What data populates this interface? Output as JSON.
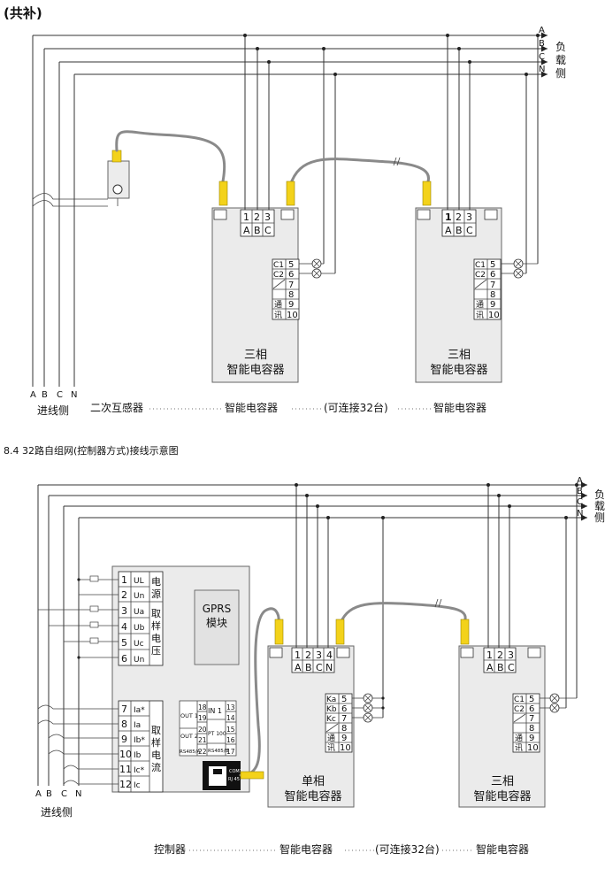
{
  "section1": {
    "heading": "(共补)",
    "bus": [
      "A",
      "B",
      "C",
      "N"
    ],
    "load_side": [
      "负",
      "载",
      "侧"
    ],
    "inlet": {
      "phases": [
        "A",
        "B",
        "C",
        "N"
      ],
      "label": "进线侧"
    },
    "caption": {
      "part1": "二次互感器",
      "part2": "智能电容器",
      "part3": "(可连接32台)",
      "part4": "智能电容器"
    },
    "capacitor": {
      "terminals_top": [
        "1",
        "2",
        "3"
      ],
      "phases_top": [
        "A",
        "B",
        "C"
      ],
      "side_labels": [
        "C1",
        "C2",
        "",
        "通",
        "讯"
      ],
      "side_nums": [
        "5",
        "6",
        "7",
        "8",
        "9",
        "10"
      ],
      "name_line1": "三相",
      "name_line2": "智能电容器"
    }
  },
  "section2": {
    "heading": "8.4  32路自组网(控制器方式)接线示意图",
    "bus": [
      "A",
      "B",
      "C",
      "N"
    ],
    "load_side": [
      "负",
      "载",
      "侧"
    ],
    "inlet": {
      "phases": [
        "A",
        "B",
        "C",
        "N"
      ],
      "label": "进线侧"
    },
    "controller": {
      "rows": [
        {
          "num": "1",
          "label": "UL"
        },
        {
          "num": "2",
          "label": "Un"
        },
        {
          "num": "3",
          "label": "Ua"
        },
        {
          "num": "4",
          "label": "Ub"
        },
        {
          "num": "5",
          "label": "Uc"
        },
        {
          "num": "6",
          "label": "Un"
        },
        {
          "num": "7",
          "label": "Ia*"
        },
        {
          "num": "8",
          "label": "Ia"
        },
        {
          "num": "9",
          "label": "Ib*"
        },
        {
          "num": "10",
          "label": "Ib"
        },
        {
          "num": "11",
          "label": "Ic*"
        },
        {
          "num": "12",
          "label": "Ic"
        }
      ],
      "power_label": [
        "电",
        "源"
      ],
      "voltage_label": [
        "取",
        "样",
        "电",
        "压"
      ],
      "current_label": [
        "取",
        "样",
        "电",
        "流"
      ],
      "gprs_line1": "GPRS",
      "gprs_line2": "模块",
      "io": {
        "out1": "OUT 1",
        "out2": "OUT 2",
        "rs485": "RS485/A",
        "in1": "IN 1",
        "pt100": "PT 100",
        "rs485b": "RS485/B",
        "nums_a": [
          "18",
          "19",
          "20",
          "21",
          "22"
        ],
        "nums_b": [
          "13",
          "14",
          "15",
          "16",
          "17"
        ]
      },
      "com_line1": "COM1",
      "com_line2": "RJ 45"
    },
    "single_phase": {
      "terminals_top": [
        "1",
        "2",
        "3",
        "4"
      ],
      "phases_top": [
        "A",
        "B",
        "C",
        "N"
      ],
      "side_labels": [
        "Ka",
        "Kb",
        "Kc",
        "",
        "通",
        "讯"
      ],
      "side_nums": [
        "5",
        "6",
        "7",
        "8",
        "9",
        "10"
      ],
      "name_line1": "单相",
      "name_line2": "智能电容器"
    },
    "three_phase": {
      "terminals_top": [
        "1",
        "2",
        "3"
      ],
      "phases_top": [
        "A",
        "B",
        "C"
      ],
      "side_labels": [
        "C1",
        "C2",
        "",
        "通",
        "讯"
      ],
      "side_nums": [
        "5",
        "6",
        "7",
        "8",
        "9",
        "10"
      ],
      "name_line1": "三相",
      "name_line2": "智能电容器"
    },
    "caption": {
      "part1": "控制器",
      "part2": "智能电容器",
      "part3": "(可连接32台)",
      "part4": "智能电容器"
    }
  }
}
